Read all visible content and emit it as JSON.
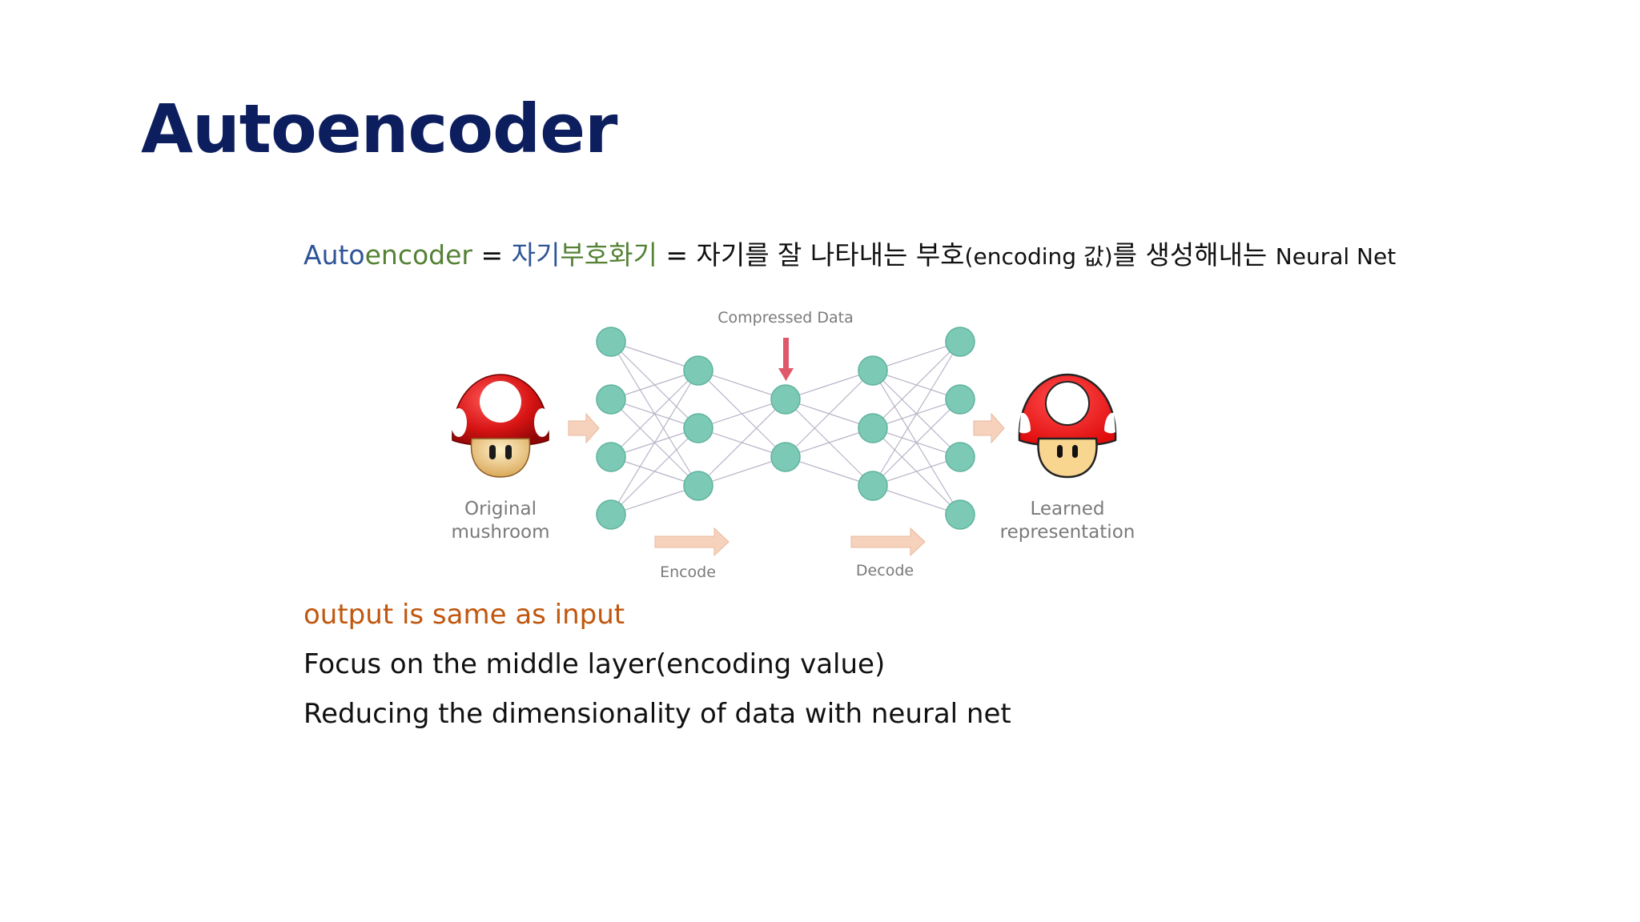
{
  "slide": {
    "title": "Autoencoder",
    "definition": {
      "term_auto": "Auto",
      "term_encoder": "encoder",
      "eq1": " = ",
      "ko_1": "자기",
      "ko_2": "부호",
      "ko_3": "화기",
      "eq2": " = 자기를 잘 나타내는 부호",
      "paren": "(encoding 값)",
      "ending": "를 생성해내는 ",
      "neural_net": "Neural Net"
    },
    "bullets": [
      "output is same as input",
      "Focus on the middle layer(encoding value)",
      "Reducing the dimensionality of data with neural net"
    ]
  },
  "diagram": {
    "compressed_label": "Compressed Data",
    "left_label_1": "Original",
    "left_label_2": "mushroom",
    "right_label_1": "Learned",
    "right_label_2": "representation",
    "encode_label": "Encode",
    "decode_label": "Decode",
    "layers": [
      4,
      3,
      2,
      3,
      4
    ],
    "colors": {
      "node": "#7cc9b6",
      "node_stroke": "#5fb39e",
      "edge": "#b9b4c8",
      "arrow": "#f6d2bd",
      "compressed_arrow": "#e0596a",
      "title": "#0d1e5e",
      "term_blue": "#2f5597",
      "term_green": "#548235",
      "bullet_orange": "#c0570e"
    }
  }
}
